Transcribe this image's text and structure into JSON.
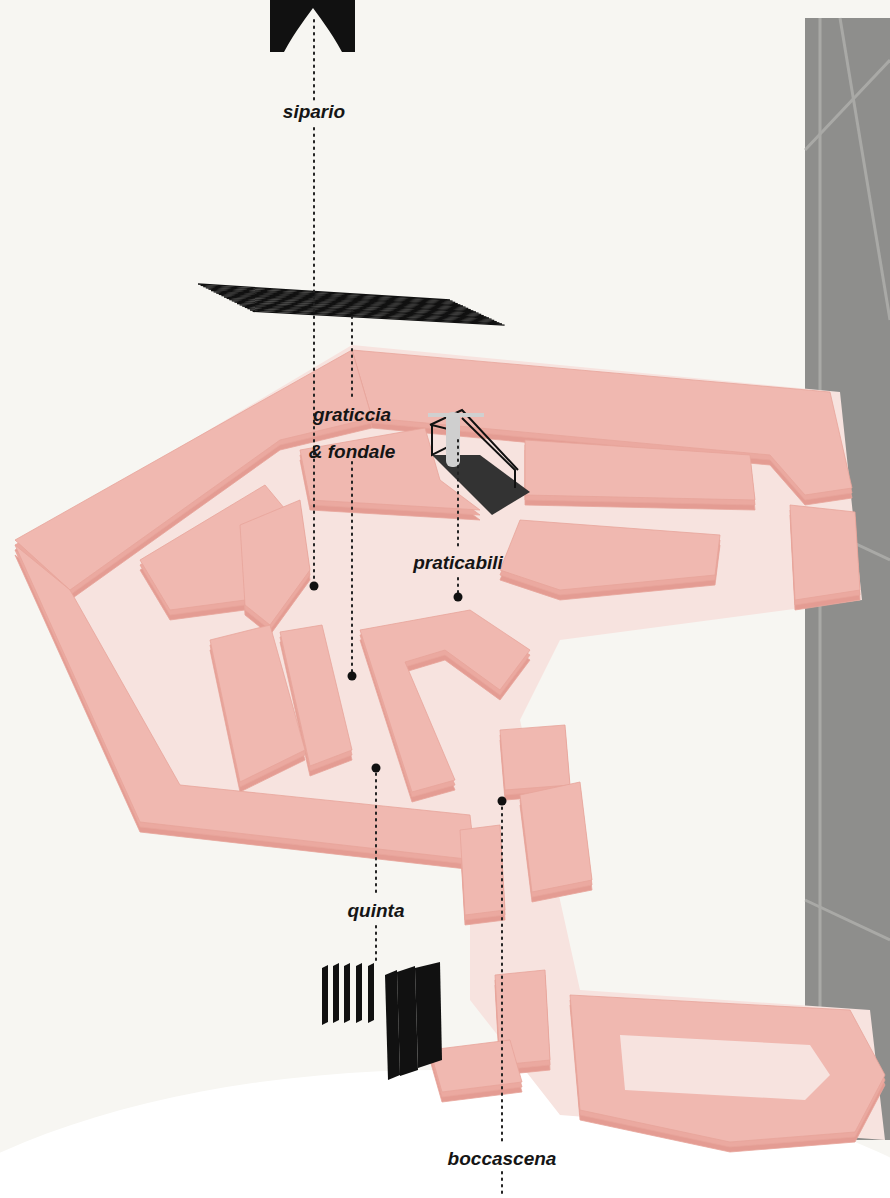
{
  "diagram": {
    "labels": [
      "sipario",
      "graticcia & fondale",
      "praticabili",
      "quinta",
      "boccascena"
    ]
  }
}
